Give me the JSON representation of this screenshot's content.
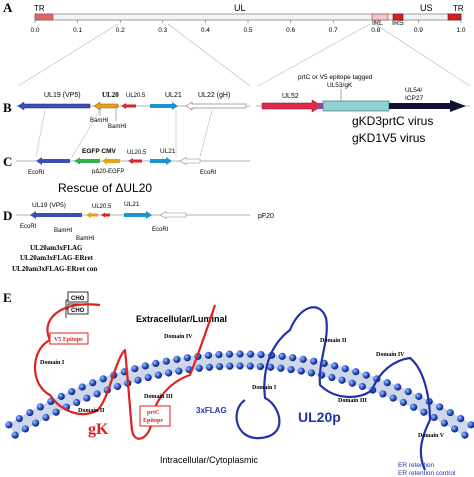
{
  "panels": {
    "a": "A",
    "b": "B",
    "c": "C",
    "d": "D",
    "e": "E"
  },
  "genome": {
    "tr_left": "TR",
    "ul": "UL",
    "irl": "IRL",
    "irs": "IRS",
    "us": "US",
    "tr_right": "TR",
    "ticks": [
      "0.0",
      "0.1",
      "0.2",
      "0.3",
      "0.4",
      "0.5",
      "0.6",
      "0.7",
      "0.8",
      "0.9",
      "1.0"
    ],
    "colors": {
      "terminal": "#e06666",
      "internal": "#cc2222",
      "line": "#888888"
    }
  },
  "panel_b": {
    "ul19": "UL19 (VP5)",
    "ul20": "UL20",
    "ul205": "UL20.5",
    "ul21": "UL21",
    "ul22": "UL22 (gH)",
    "bamhi_1": "BamHI",
    "bamhi_2": "BamHI",
    "tag_line1": "prtC or V5 epitope tagged",
    "tag_line2": "UL53/gK",
    "ul52": "UL52",
    "ul54_line1": "UL54/",
    "ul54_line2": "ICP27",
    "virus_1": "gKD3prtC virus",
    "virus_2": "gKD1V5 virus"
  },
  "panel_c": {
    "egfp": "EGFP CMV",
    "ul205": "UL20.5",
    "ul21": "UL21",
    "pdelta": "pΔ20-EGFP",
    "ecori_1": "EcoRI",
    "ecori_2": "EcoRI",
    "rescue": "Rescue of ΔUL20"
  },
  "panel_d": {
    "ul19": "UL19 (VP5)",
    "ul205": "UL20.5",
    "ul21": "UL21",
    "pf20": "pF20",
    "ecori_1": "EcoRI",
    "ecori_2": "EcoRI",
    "bamhi_1": "BamHI",
    "bamhi_2": "BamHI",
    "construct_1": "UL20am3xFLAG",
    "construct_2": "UL20am3xFLAG-ERret",
    "construct_3": "UL20am3xFLAG-ERret con"
  },
  "panel_e": {
    "cho_1": "CHO",
    "cho_2": "CHO",
    "extracellular": "Extracellular/Luminal",
    "intracellular": "Intracellular/Cytoplasmic",
    "v5": "V5 Epitope",
    "prtc_line1": "prtC",
    "prtc_line2": "Epitope",
    "gk": "gK",
    "ul20p": "UL20p",
    "flag": "3xFLAG",
    "gk_domain_1": "Domain I",
    "gk_domain_2": "Domain II",
    "gk_domain_3": "Domain III",
    "gk_domain_4": "Domain IV",
    "ul20_domain_1": "Domain I",
    "ul20_domain_2": "Domain II",
    "ul20_domain_3": "Domain III",
    "ul20_domain_4": "Domain IV",
    "ul20_domain_5": "Domain V",
    "er_1": "ER retention",
    "er_2": "ER retention control",
    "colors": {
      "gk": "#dd2222",
      "ul20p": "#2233aa",
      "membrane": "#1f3a8a"
    }
  }
}
